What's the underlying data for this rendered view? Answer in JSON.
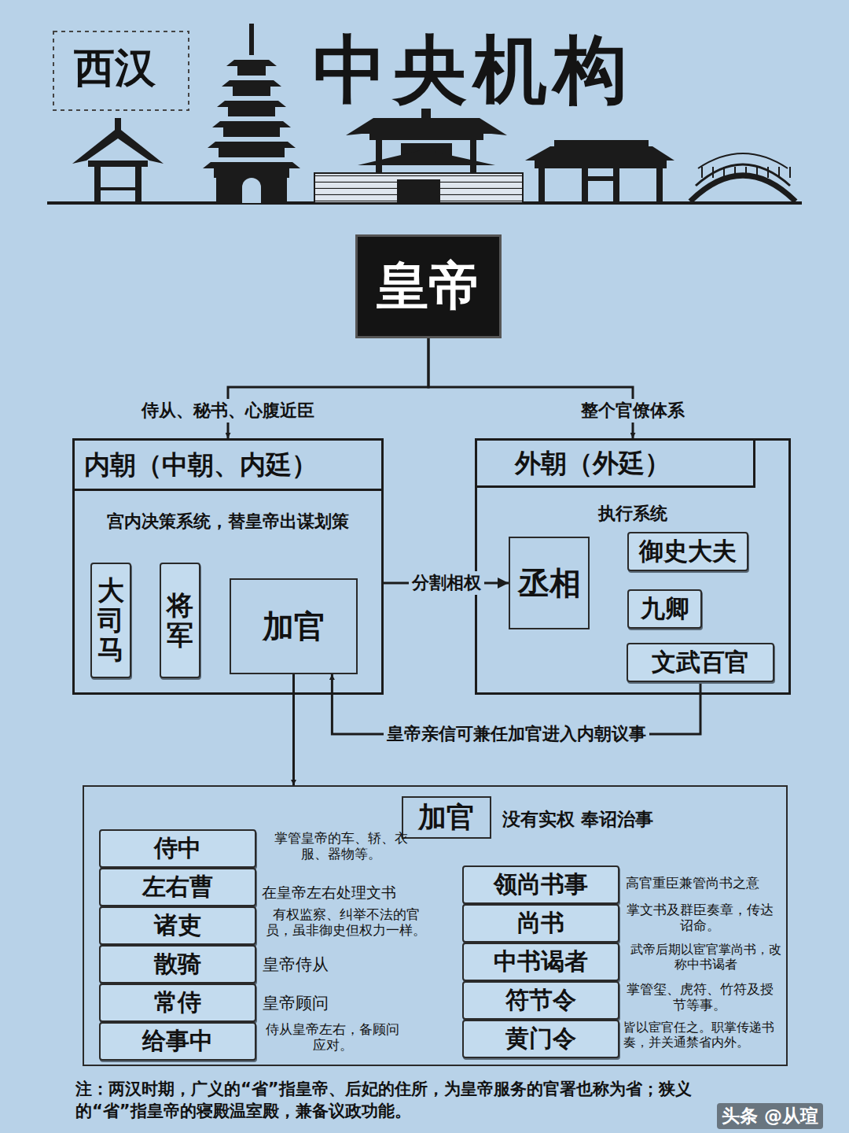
{
  "diagram": {
    "title": "中央机构",
    "caption": "注：两汉时期，广义的“省”指皇帝、后妃的住所，为皇帝服务的官署也称为省；狭义的“省”指皇帝的寝殿温室殿，兼备议政功能。",
    "nodes": [
      {
        "text": [
          "皇帝"
        ]
      },
      {
        "text": [
          "内朝（中朝、内廷）",
          "宫内决策系统，替皇帝出谋划策"
        ]
      },
      {
        "text": [
          "大司马"
        ],
        "in": 1
      },
      {
        "text": [
          "将军"
        ],
        "in": 1
      },
      {
        "text": [
          "加官"
        ],
        "in": 1
      },
      {
        "text": [
          "外朝（外廷）",
          "执行系统"
        ]
      },
      {
        "text": [
          "丞相"
        ],
        "in": 5
      },
      {
        "text": [
          "御史大夫"
        ],
        "in": 5
      },
      {
        "text": [
          "九卿"
        ],
        "in": 5
      },
      {
        "text": [
          "文武百官"
        ],
        "in": 5
      },
      {
        "text": [
          "加官",
          "没有实权 奉诏治事"
        ]
      },
      {
        "text": [
          "侍中"
        ],
        "in": 10
      },
      {
        "text": [
          "左右曹"
        ],
        "in": 10
      },
      {
        "text": [
          "诸吏"
        ],
        "in": 10
      },
      {
        "text": [
          "散骑"
        ],
        "in": 10
      },
      {
        "text": [
          "常侍"
        ],
        "in": 10
      },
      {
        "text": [
          "给事中"
        ],
        "in": 10
      },
      {
        "text": [
          "领尚书事"
        ],
        "in": 10
      },
      {
        "text": [
          "尚书"
        ],
        "in": 10
      },
      {
        "text": [
          "中书谒者"
        ],
        "in": 10
      },
      {
        "text": [
          "符节令"
        ],
        "in": 10
      },
      {
        "text": [
          "黄门令"
        ],
        "in": 10
      }
    ],
    "edges": [
      {
        "from": 0,
        "to": 1,
        "label": "侍从、秘书、心腹近臣",
        "arrow": "to"
      },
      {
        "from": 0,
        "to": 5,
        "label": "整个官僚体系",
        "arrow": "to"
      },
      {
        "from": 1,
        "to": 6,
        "label": "分割相权",
        "arrow": "to"
      },
      {
        "from": 9,
        "to": 4,
        "label": "皇帝亲信可兼任加官进入内朝议事",
        "arrow": "to"
      },
      {
        "from": 4,
        "to": 10,
        "arrow": "to"
      }
    ],
    "labels": [
      "西汉",
      "掌管皇帝的车、轿、衣服、器物等。",
      "在皇帝左右处理文书",
      "有权监察、纠举不法的官员，虽非御史但权力一样。",
      "皇帝侍从",
      "皇帝顾问",
      "侍从皇帝左右，备顾问应对。",
      "高官重臣兼管尚书之意",
      "掌文书及群臣奏章，传达诏命。",
      "武帝后期以宦官掌尚书，改称中书谒者",
      "掌管玺、虎符、竹符及授节等事。",
      "皆以宦官任之。职掌传递书奏，并关通禁省内外。",
      "头条 @从瑄"
    ]
  }
}
